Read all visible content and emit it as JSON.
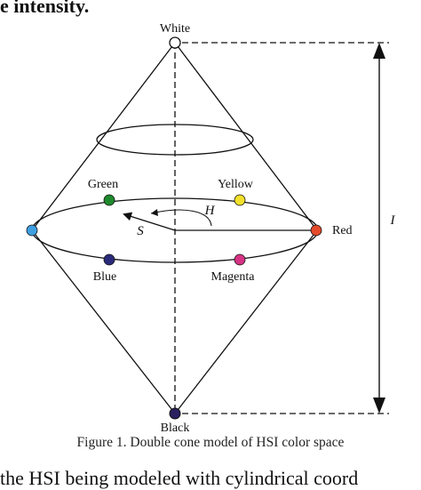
{
  "header_fragment": "e intensity.",
  "diagram": {
    "labels": {
      "white": "White",
      "black": "Black",
      "green": "Green",
      "yellow": "Yellow",
      "red": "Red",
      "blue": "Blue",
      "magenta": "Magenta",
      "hue": "H",
      "saturation": "S",
      "intensity": "I"
    },
    "colors": {
      "green": "#1e8a2c",
      "yellow": "#f2e02a",
      "red": "#e34a2a",
      "blue": "#2a2a7a",
      "magenta": "#d63384",
      "cyan": "#3f9fe0",
      "black_point": "#2a2060",
      "white_point": "#ffffff",
      "lines": "#111111"
    }
  },
  "caption": "Figure 1. Double cone model of HSI color space",
  "footer_fragment": "the HSI being modeled with cylindrical coord"
}
